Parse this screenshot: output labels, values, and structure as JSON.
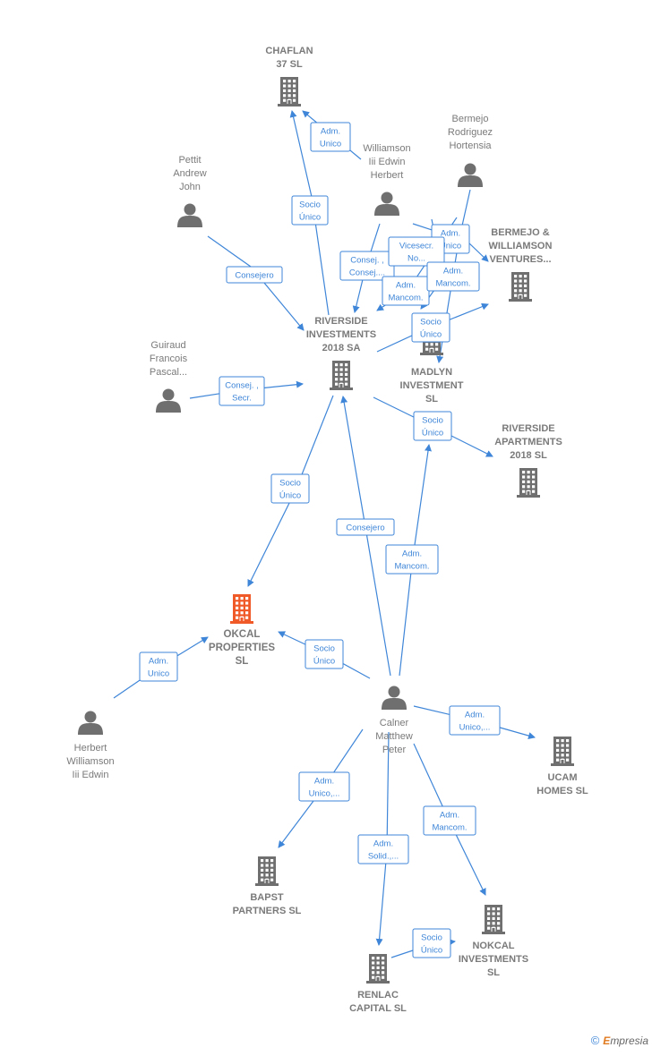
{
  "colors": {
    "edge": "#3f86d8",
    "person": "#6f6f6f",
    "company": "#6f6f6f",
    "focus_company": "#f05a28"
  },
  "nodes": [
    {
      "id": "chaflan",
      "type": "company",
      "label": [
        "CHAFLAN",
        "37 SL"
      ]
    },
    {
      "id": "williamson_top",
      "type": "person",
      "label": [
        "Williamson",
        "Iii Edwin",
        "Herbert"
      ]
    },
    {
      "id": "bermejo",
      "type": "person",
      "label": [
        "Bermejo",
        "Rodriguez",
        "Hortensia"
      ]
    },
    {
      "id": "pettit",
      "type": "person",
      "label": [
        "Pettit",
        "Andrew",
        "John"
      ]
    },
    {
      "id": "bermejo_wv",
      "type": "company",
      "label": [
        "BERMEJO &",
        "WILLIAMSON",
        "VENTURES..."
      ]
    },
    {
      "id": "riverside_inv",
      "type": "company",
      "label": [
        "RIVERSIDE",
        "INVESTMENTS",
        "2018 SA"
      ]
    },
    {
      "id": "guiraud",
      "type": "person",
      "label": [
        "Guiraud",
        "Francois",
        "Pascal..."
      ]
    },
    {
      "id": "madlyn",
      "type": "company",
      "label": [
        "MADLYN",
        "INVESTMENT",
        "SL"
      ]
    },
    {
      "id": "riverside_apt",
      "type": "company",
      "label": [
        "RIVERSIDE",
        "APARTMENTS",
        "2018 SL"
      ]
    },
    {
      "id": "okcal",
      "type": "company",
      "focus": true,
      "label": [
        "OKCAL",
        "PROPERTIES",
        "SL"
      ]
    },
    {
      "id": "herbert",
      "type": "person",
      "label": [
        "Herbert",
        "Williamson",
        "Iii Edwin"
      ]
    },
    {
      "id": "calner",
      "type": "person",
      "label": [
        "Calner",
        "Matthew",
        "Peter"
      ]
    },
    {
      "id": "ucam",
      "type": "company",
      "label": [
        "UCAM",
        "HOMES SL"
      ]
    },
    {
      "id": "bapst",
      "type": "company",
      "label": [
        "BAPST",
        "PARTNERS SL"
      ]
    },
    {
      "id": "nokcal",
      "type": "company",
      "label": [
        "NOKCAL",
        "INVESTMENTS",
        "SL"
      ]
    },
    {
      "id": "renlac",
      "type": "company",
      "label": [
        "RENLAC",
        "CAPITAL SL"
      ]
    }
  ],
  "edges": [
    {
      "id": "e1",
      "label": [
        "Adm.",
        "Unico"
      ]
    },
    {
      "id": "e2",
      "label": [
        "Socio",
        "Único"
      ]
    },
    {
      "id": "e3",
      "label": [
        "Consejero"
      ]
    },
    {
      "id": "e4",
      "label": [
        "Consej. ,",
        "Consej...."
      ]
    },
    {
      "id": "e5",
      "label": [
        "Adm.",
        "Unico"
      ]
    },
    {
      "id": "e6",
      "label": [
        "Vicesecr.",
        "No..."
      ]
    },
    {
      "id": "e7",
      "label": [
        "Adm.",
        "Mancom."
      ]
    },
    {
      "id": "e8",
      "label": [
        "Adm.",
        "Mancom."
      ]
    },
    {
      "id": "e9",
      "label": [
        "Socio",
        "Único"
      ]
    },
    {
      "id": "e10",
      "label": [
        "Consej. ,",
        "Secr."
      ]
    },
    {
      "id": "e11",
      "label": [
        "Socio",
        "Único"
      ]
    },
    {
      "id": "e12",
      "label": [
        "Socio",
        "Único"
      ]
    },
    {
      "id": "e13",
      "label": [
        "Consejero"
      ]
    },
    {
      "id": "e14",
      "label": [
        "Adm.",
        "Mancom."
      ]
    },
    {
      "id": "e15",
      "label": [
        "Adm.",
        "Unico"
      ]
    },
    {
      "id": "e16",
      "label": [
        "Socio",
        "Único"
      ]
    },
    {
      "id": "e17",
      "label": [
        "Adm.",
        "Unico,..."
      ]
    },
    {
      "id": "e18",
      "label": [
        "Adm.",
        "Unico,..."
      ]
    },
    {
      "id": "e19",
      "label": [
        "Adm.",
        "Mancom."
      ]
    },
    {
      "id": "e20",
      "label": [
        "Adm.",
        "Solid.,..."
      ]
    },
    {
      "id": "e21",
      "label": [
        "Socio",
        "Único"
      ]
    }
  ],
  "footer": {
    "copyright": "©",
    "brand_initial": "E",
    "brand_rest": "mpresia"
  }
}
